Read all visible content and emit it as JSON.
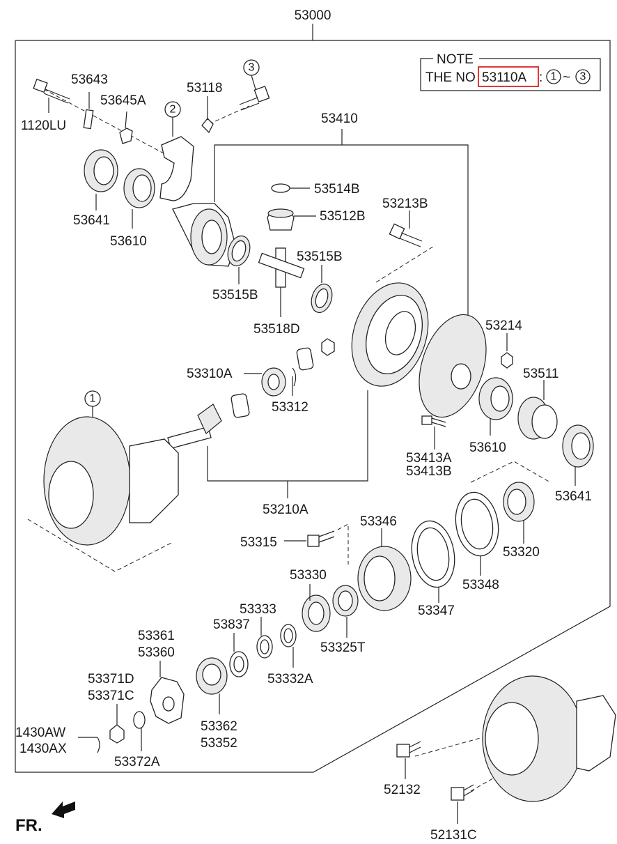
{
  "assembly_number": "53000",
  "note": {
    "title": "NOTE",
    "text_prefix": "THE NO",
    "highlighted_part": "53110A",
    "range_separator": ":",
    "range_start": "1",
    "range_tilde": "~",
    "range_end": "3",
    "highlight_color": "#e02020"
  },
  "group_labels": {
    "g1": "1",
    "g2": "2",
    "g3": "3"
  },
  "parts": [
    {
      "id": "p53643",
      "text": "53643"
    },
    {
      "id": "p53645A",
      "text": "53645A"
    },
    {
      "id": "p1120LU",
      "text": "1120LU"
    },
    {
      "id": "p53118",
      "text": "53118"
    },
    {
      "id": "p53641a",
      "text": "53641"
    },
    {
      "id": "p53610a",
      "text": "53610"
    },
    {
      "id": "p53410",
      "text": "53410"
    },
    {
      "id": "p53514B",
      "text": "53514B"
    },
    {
      "id": "p53512B",
      "text": "53512B"
    },
    {
      "id": "p53213B",
      "text": "53213B"
    },
    {
      "id": "p53515Ba",
      "text": "53515B"
    },
    {
      "id": "p53515Bb",
      "text": "53515B"
    },
    {
      "id": "p53518D",
      "text": "53518D"
    },
    {
      "id": "p53214",
      "text": "53214"
    },
    {
      "id": "p53310A",
      "text": "53310A"
    },
    {
      "id": "p53312",
      "text": "53312"
    },
    {
      "id": "p53511",
      "text": "53511"
    },
    {
      "id": "p53413A",
      "text": "53413A"
    },
    {
      "id": "p53413B",
      "text": "53413B"
    },
    {
      "id": "p53610b",
      "text": "53610"
    },
    {
      "id": "p53641b",
      "text": "53641"
    },
    {
      "id": "p53210A",
      "text": "53210A"
    },
    {
      "id": "p53346",
      "text": "53346"
    },
    {
      "id": "p53315",
      "text": "53315"
    },
    {
      "id": "p53320",
      "text": "53320"
    },
    {
      "id": "p53330",
      "text": "53330"
    },
    {
      "id": "p53348",
      "text": "53348"
    },
    {
      "id": "p53333",
      "text": "53333"
    },
    {
      "id": "p53837",
      "text": "53837"
    },
    {
      "id": "p53347",
      "text": "53347"
    },
    {
      "id": "p53361",
      "text": "53361"
    },
    {
      "id": "p53360",
      "text": "53360"
    },
    {
      "id": "p53325T",
      "text": "53325T"
    },
    {
      "id": "p53371D",
      "text": "53371D"
    },
    {
      "id": "p53371C",
      "text": "53371C"
    },
    {
      "id": "p53332A",
      "text": "53332A"
    },
    {
      "id": "p1430AW",
      "text": "1430AW"
    },
    {
      "id": "p1430AX",
      "text": "1430AX"
    },
    {
      "id": "p53362",
      "text": "53362"
    },
    {
      "id": "p53352",
      "text": "53352"
    },
    {
      "id": "p53372A",
      "text": "53372A"
    },
    {
      "id": "p52132",
      "text": "52132"
    },
    {
      "id": "p52131C",
      "text": "52131C"
    }
  ],
  "front_indicator": "FR."
}
